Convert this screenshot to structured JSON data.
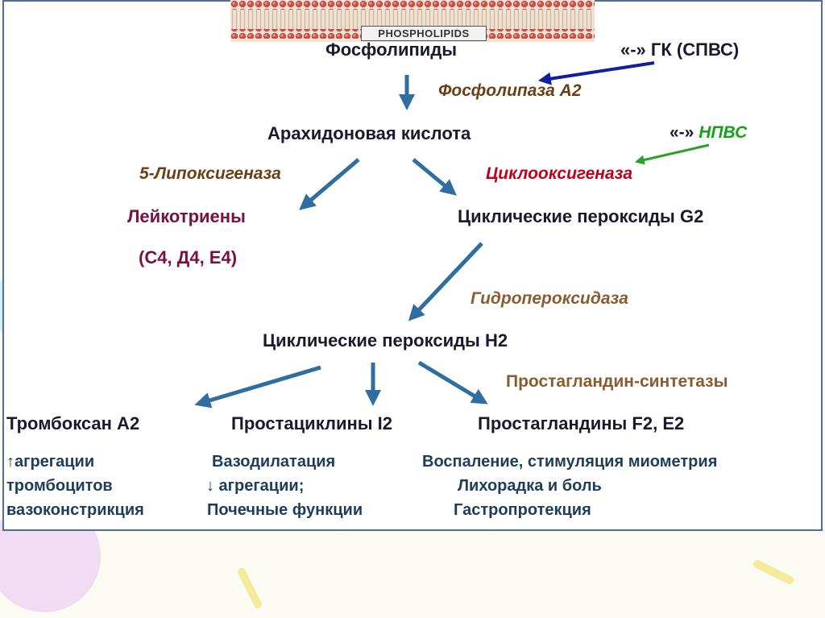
{
  "banner": {
    "label": "PHOSPHOLIPIDS"
  },
  "diagram": {
    "phospholipids": "Фосфолипиды",
    "gk_prefix": "«-»",
    "gk": "ГК (СПВС)",
    "phospholipase": "Фосфолипаза А2",
    "arachidonic": "Арахидоновая кислота",
    "npvs_prefix": "«-»",
    "npvs": "НПВС",
    "lipoxygenase": "5-Липоксигеназа",
    "cyclooxygenase": "Циклооксигеназа",
    "leukotrienes": "Лейкотриены",
    "leukotrienes_types": "(С4, Д4, Е4)",
    "peroxides_g2": "Циклические пероксиды G2",
    "hydroperoxidase": "Гидропероксидаза",
    "peroxides_h2": "Циклические пероксиды Н2",
    "pg_synthetases": "Простагландин-синтетазы",
    "thromboxane": "Тромбоксан А2",
    "prostacyclins": "Простациклины I2",
    "prostaglandins": "Простагландины F2, Е2",
    "thromboxane_effects": [
      "↑агрегации",
      "тромбоцитов",
      "вазоконстрикция"
    ],
    "prostacyclin_effects": [
      "Вазодилатация",
      "↓ агрегации;",
      "Почечные функции"
    ],
    "prostaglandin_effects": [
      "Воспаление, стимуляция миометрия",
      "Лихорадка и боль",
      "Гастропротекция"
    ]
  },
  "colors": {
    "arrow_main": "#2f6e9e",
    "arrow_inhibitor_gk": "#0f1f9e",
    "arrow_inhibitor_npvs": "#2aa12a",
    "frame": "#4b6f97"
  }
}
